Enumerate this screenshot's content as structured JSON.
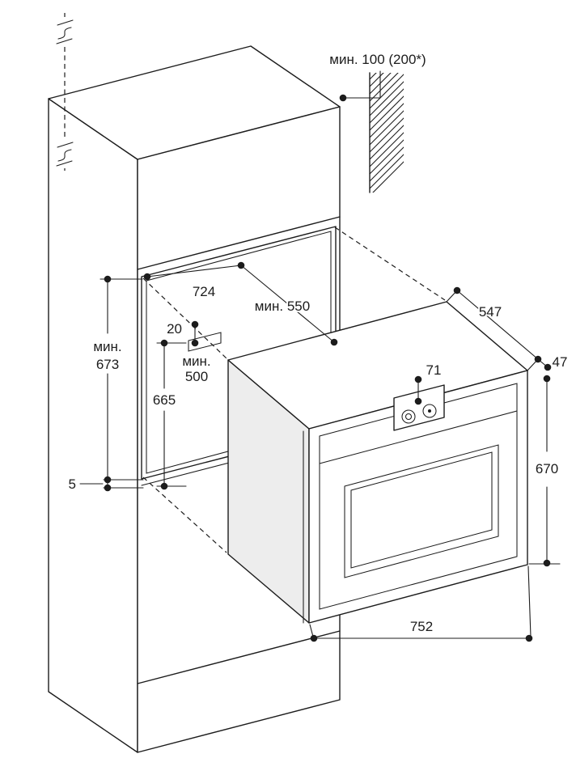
{
  "diagram": {
    "labels": {
      "clearance_top": "мин. 100 (200*)",
      "niche_width": "724",
      "niche_depth": "мин. 550",
      "cutout_offset": "20",
      "cutout_depth_line1": "мин.",
      "cutout_depth_line2": "500",
      "niche_height_line1": "мин.",
      "niche_height_line2": "673",
      "inner_height": "665",
      "bottom_clearance": "5",
      "panel_offset": "71",
      "appliance_depth": "547",
      "front_overhang": "47",
      "appliance_height": "670",
      "appliance_width": "752"
    },
    "colors": {
      "line": "#1c1c1c",
      "side_shade": "#ededed",
      "background": "#ffffff"
    }
  }
}
